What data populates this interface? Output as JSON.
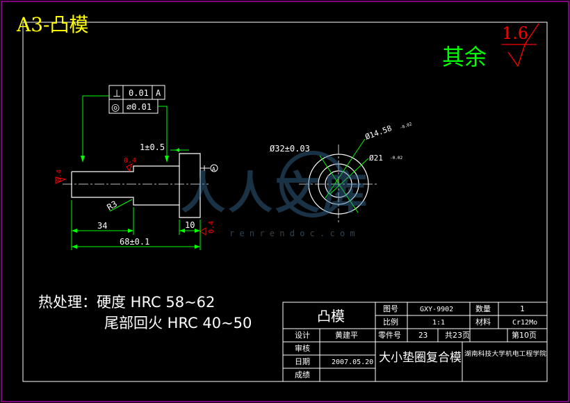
{
  "sheet_title": "A3-凸模",
  "roughness": {
    "label": "其余",
    "value": "1.6"
  },
  "tolerance_frame": {
    "row1": {
      "symbol": "⊥",
      "value": "0.01",
      "datum": "A"
    },
    "row2": {
      "symbol": "◎",
      "value": "∅0.01"
    }
  },
  "dimensions": {
    "d_top_step": "1±0.5",
    "left_end_small": "0.4",
    "chamfer": "0.4",
    "radius": "R3",
    "len_34": "34",
    "len_10": "10",
    "total_len": "68±0.1",
    "datum_label": "A",
    "right_small": "0.4",
    "dia_32": "Ø32±0.03",
    "dia_14": "Ø14.58",
    "dia_14_tol": "-0.02",
    "dia_21": "Ø21",
    "dia_21_tol": "-0.02"
  },
  "watermark": {
    "logo_text": "人人文库",
    "url": "r e n r e n d o c . c o m"
  },
  "notes": {
    "line1": "热处理：硬度 HRC 58~62",
    "line2": "尾部回火 HRC 40~50"
  },
  "title_block": {
    "part_name": "凸模",
    "drawing_no_label": "图号",
    "drawing_no": "GXY-9902",
    "qty_label": "数量",
    "qty": "1",
    "scale_label": "比例",
    "scale": "1:1",
    "material_label": "材料",
    "material": "Cr12Mo",
    "designer_label": "设计",
    "designer": "黄建平",
    "part_no_label": "零件号",
    "part_no": "23",
    "total_pages": "共23页",
    "page": "第10页",
    "reviewer_label": "审核",
    "assembly_name": "大小垫圈复合模",
    "school": "湖南科技大学机电工程学院",
    "date_label": "日期",
    "date": "2007.05.20",
    "grade_label": "成绩"
  }
}
